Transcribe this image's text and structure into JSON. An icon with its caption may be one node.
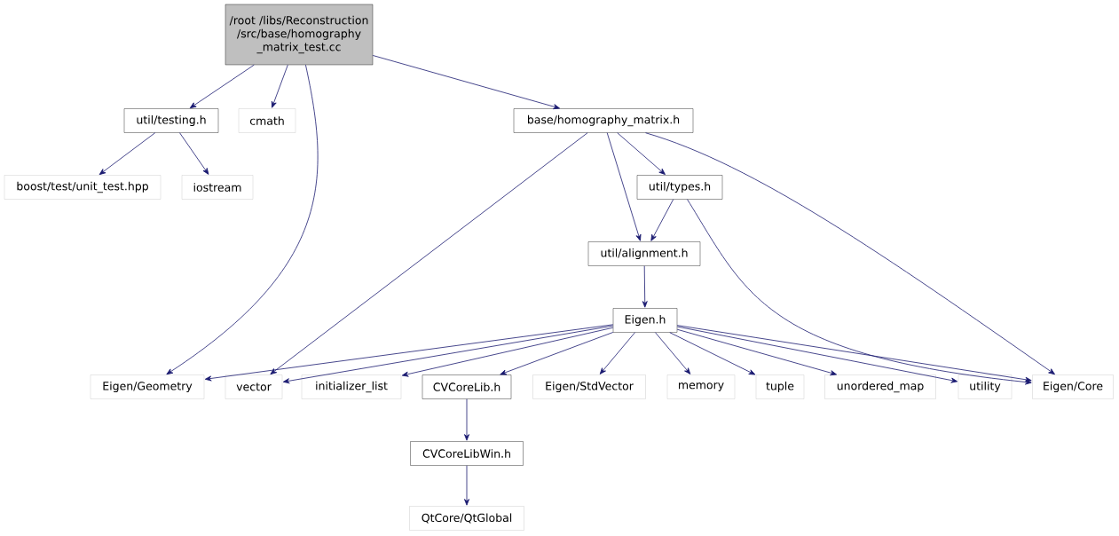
{
  "diagram": {
    "nodes": [
      {
        "text": [
          "/root /libs/Reconstruction /src/base/homography _matrix_test.cc"
        ]
      },
      {
        "text": [
          "util/testing.h"
        ]
      },
      {
        "text": [
          "cmath"
        ]
      },
      {
        "text": [
          "base/homography_matrix.h"
        ]
      },
      {
        "text": [
          "boost/test/unit_test.hpp"
        ]
      },
      {
        "text": [
          "iostream"
        ]
      },
      {
        "text": [
          "util/types.h"
        ]
      },
      {
        "text": [
          "util/alignment.h"
        ]
      },
      {
        "text": [
          "Eigen.h"
        ]
      },
      {
        "text": [
          "Eigen/Geometry"
        ]
      },
      {
        "text": [
          "vector"
        ]
      },
      {
        "text": [
          "initializer_list"
        ]
      },
      {
        "text": [
          "CVCoreLib.h"
        ]
      },
      {
        "text": [
          "Eigen/StdVector"
        ]
      },
      {
        "text": [
          "memory"
        ]
      },
      {
        "text": [
          "tuple"
        ]
      },
      {
        "text": [
          "unordered_map"
        ]
      },
      {
        "text": [
          "utility"
        ]
      },
      {
        "text": [
          "Eigen/Core"
        ]
      },
      {
        "text": [
          "CVCoreLibWin.h"
        ]
      },
      {
        "text": [
          "QtCore/QtGlobal"
        ]
      }
    ],
    "edges": [
      {
        "from": 0,
        "to": 1,
        "arrow": "to"
      },
      {
        "from": 0,
        "to": 2,
        "arrow": "to"
      },
      {
        "from": 0,
        "to": 9,
        "arrow": "to"
      },
      {
        "from": 0,
        "to": 3,
        "arrow": "to"
      },
      {
        "from": 1,
        "to": 4,
        "arrow": "to"
      },
      {
        "from": 1,
        "to": 5,
        "arrow": "to"
      },
      {
        "from": 3,
        "to": 10,
        "arrow": "to"
      },
      {
        "from": 3,
        "to": 7,
        "arrow": "to"
      },
      {
        "from": 3,
        "to": 6,
        "arrow": "to"
      },
      {
        "from": 3,
        "to": 18,
        "arrow": "to"
      },
      {
        "from": 6,
        "to": 7,
        "arrow": "to"
      },
      {
        "from": 6,
        "to": 18,
        "arrow": "to"
      },
      {
        "from": 7,
        "to": 8,
        "arrow": "to"
      },
      {
        "from": 8,
        "to": 9,
        "arrow": "to"
      },
      {
        "from": 8,
        "to": 10,
        "arrow": "to"
      },
      {
        "from": 8,
        "to": 11,
        "arrow": "to"
      },
      {
        "from": 8,
        "to": 12,
        "arrow": "to"
      },
      {
        "from": 8,
        "to": 13,
        "arrow": "to"
      },
      {
        "from": 8,
        "to": 14,
        "arrow": "to"
      },
      {
        "from": 8,
        "to": 15,
        "arrow": "to"
      },
      {
        "from": 8,
        "to": 16,
        "arrow": "to"
      },
      {
        "from": 8,
        "to": 17,
        "arrow": "to"
      },
      {
        "from": 8,
        "to": 18,
        "arrow": "to"
      },
      {
        "from": 12,
        "to": 19,
        "arrow": "to"
      },
      {
        "from": 19,
        "to": 20,
        "arrow": "to"
      }
    ]
  }
}
